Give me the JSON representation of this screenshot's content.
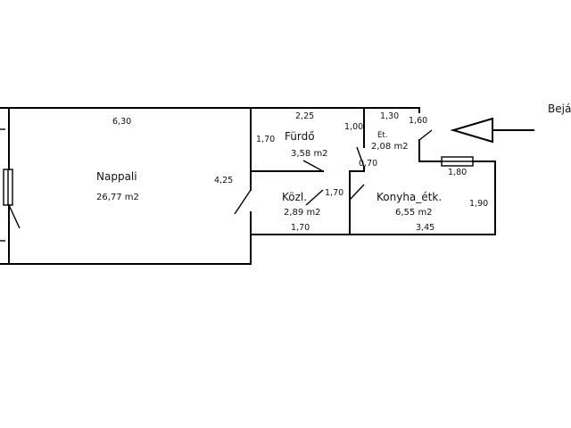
{
  "rooms": {
    "nappali": {
      "name": "Nappali",
      "area": "26,77 m2"
    },
    "furdo": {
      "name": "Fürdő",
      "area": "3,58 m2"
    },
    "et": {
      "name": "Et.",
      "area": "2,08 m2"
    },
    "kozl": {
      "name": "Közl.",
      "area": "2,89 m2"
    },
    "konyha": {
      "name": "Konyha_étk.",
      "area": "6,55 m2"
    }
  },
  "dimensions": {
    "nappali_width": "6,30",
    "nappali_height": "4,25",
    "furdo_width": "2,25",
    "furdo_height": "1,70",
    "furdo_door": "1,00",
    "et_width": "1,30",
    "et_height": "1,60",
    "et_door": "0,70",
    "kozl_width": "1,70",
    "kozl_height": "1,70",
    "konyha_window": "1,80",
    "konyha_height": "1,90",
    "konyha_width": "3,45"
  },
  "entrance": {
    "label": "Bejá"
  }
}
